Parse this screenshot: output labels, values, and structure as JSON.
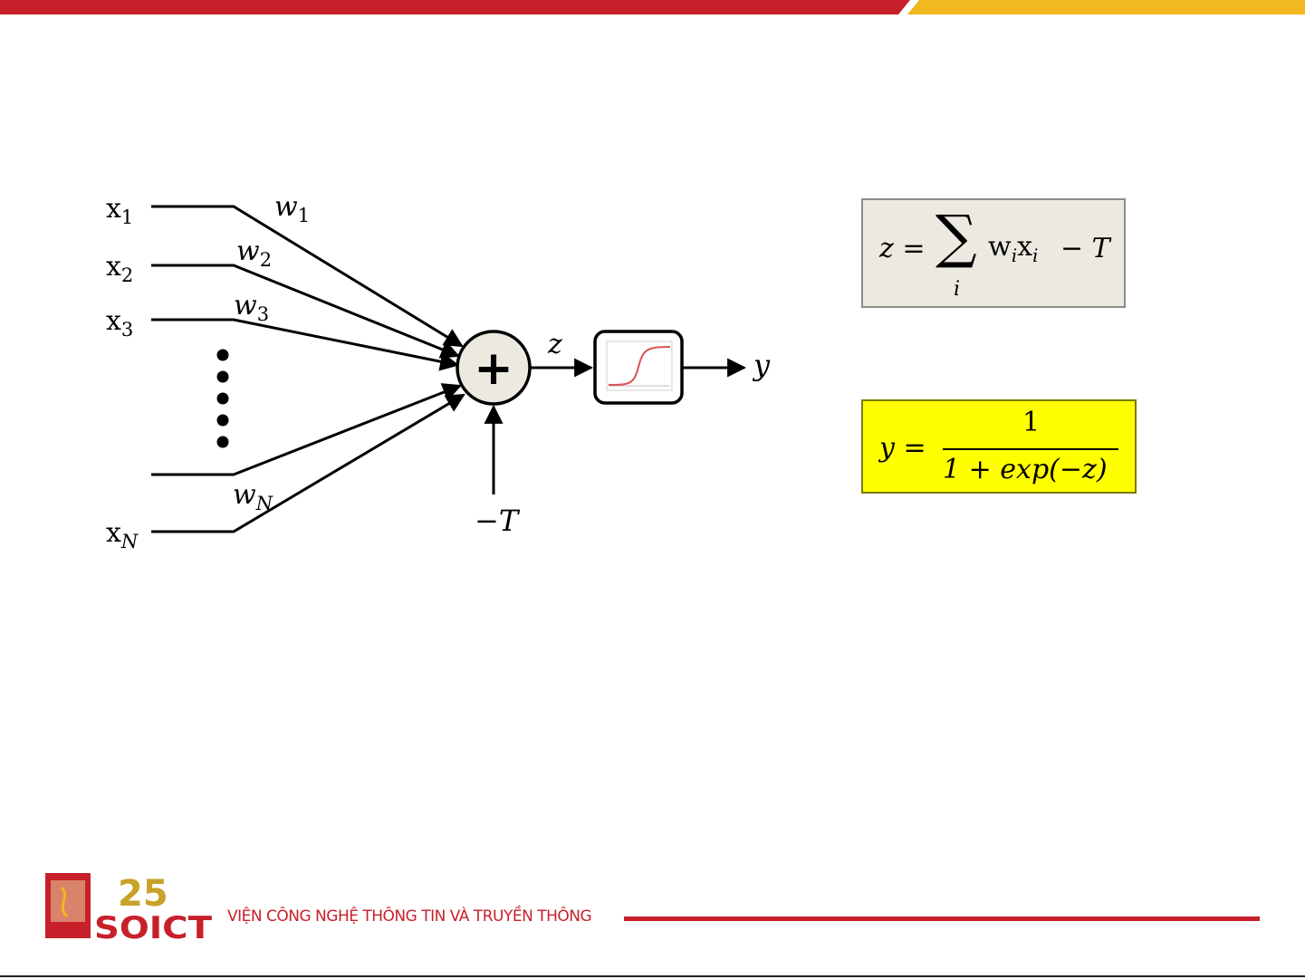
{
  "diagram": {
    "inputs": [
      {
        "base": "x",
        "sub": "1"
      },
      {
        "base": "x",
        "sub": "2"
      },
      {
        "base": "x",
        "sub": "3"
      },
      {
        "base": "x",
        "sub": "N"
      }
    ],
    "weights": [
      {
        "base": "w",
        "sub": "1"
      },
      {
        "base": "w",
        "sub": "2"
      },
      {
        "base": "w",
        "sub": "3"
      },
      {
        "base": "w",
        "sub": "N"
      }
    ],
    "sum_symbol": "+",
    "z_label": "z",
    "output_label": "y",
    "threshold_label": "−T"
  },
  "formulas": {
    "z": {
      "lhs": "z =",
      "sum_sign": "∑",
      "index": "i",
      "w": "w",
      "w_sub": "i",
      "x": "x",
      "x_sub": "i",
      "minus_t": "− T"
    },
    "y": {
      "lhs": "y =",
      "numerator": "1",
      "denominator": "1 + exp(−z)"
    }
  },
  "footer": {
    "logo_number": "25",
    "logo_text": "SOICT",
    "institute": "VIỆN CÔNG NGHỆ THÔNG TIN VÀ TRUYỀN THÔNG"
  },
  "colors": {
    "red": "#c8202a",
    "gold": "#f2b81f",
    "z_box_bg": "#ece9e1",
    "y_box_bg": "#ffff00"
  }
}
